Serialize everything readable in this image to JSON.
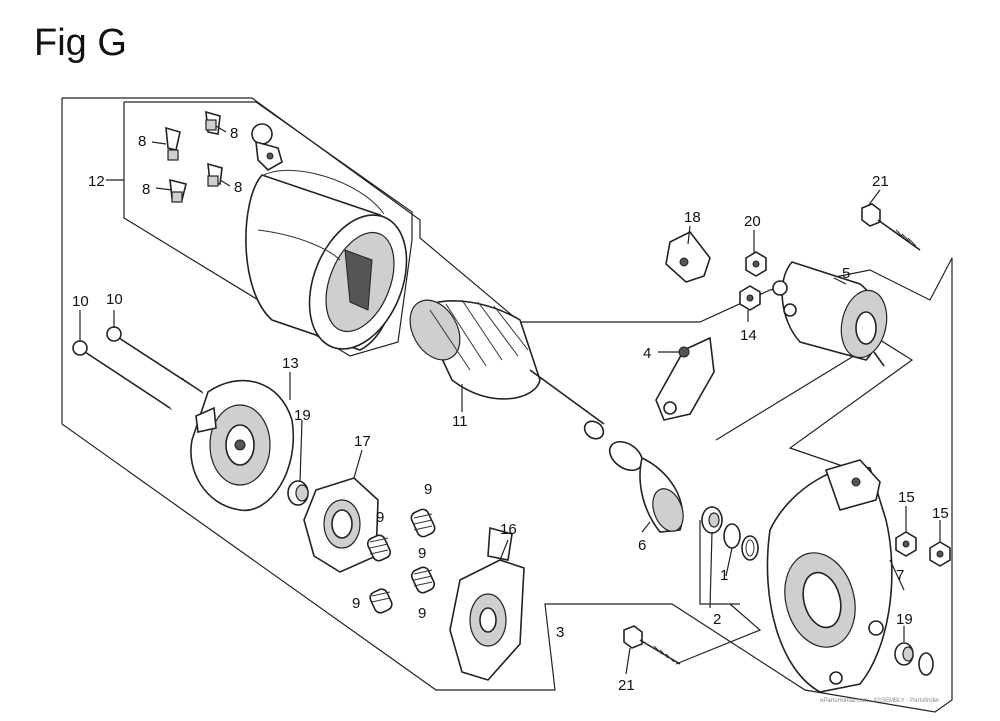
{
  "figure": {
    "title": "Fig G",
    "watermark": "ePartsHonda.com · ASSEMBLY · Partsfinder"
  },
  "callouts": {
    "c1": "1",
    "c2": "2",
    "c3": "3",
    "c4": "4",
    "c5": "5",
    "c6": "6",
    "c7": "7",
    "c8a": "8",
    "c8b": "8",
    "c8c": "8",
    "c8d": "8",
    "c9a": "9",
    "c9b": "9",
    "c9c": "9",
    "c9d": "9",
    "c9e": "9",
    "c10a": "10",
    "c10b": "10",
    "c11": "11",
    "c12": "12",
    "c13": "13",
    "c14": "14",
    "c15a": "15",
    "c15b": "15",
    "c16": "16",
    "c17": "17",
    "c18": "18",
    "c19a": "19",
    "c19b": "19",
    "c20": "20",
    "c21a": "21",
    "c21b": "21"
  }
}
